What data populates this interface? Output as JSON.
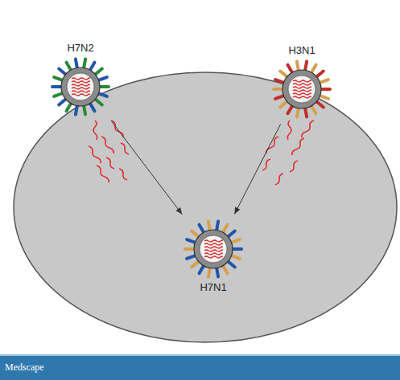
{
  "diagram": {
    "nodes": [
      {
        "text": [
          "H7N2"
        ]
      },
      {
        "text": [
          "H3N1"
        ]
      },
      {
        "text": [
          "H7N1"
        ]
      }
    ],
    "edges": [
      {
        "from": 0,
        "to": 2,
        "arrow": "to"
      },
      {
        "from": 1,
        "to": 2,
        "arrow": "to"
      }
    ],
    "labels": [
      "Medscape"
    ]
  }
}
